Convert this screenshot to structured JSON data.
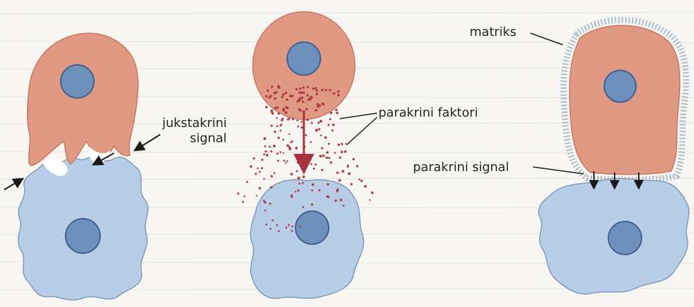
{
  "labels": {
    "juxtacrine_line1": "jukstakrini",
    "juxtacrine_line2": "signal",
    "paracrine_factors": "parakrini faktori",
    "matrix": "matriks",
    "paracrine_signal": "parakrini signal"
  },
  "colors": {
    "signaling_cell": "#e09a84",
    "signaling_cell_edge": "#c9755f",
    "target_cell": "#b8cde6",
    "target_cell_edge": "#7f99bb",
    "nucleus": "#6e90bd",
    "nucleus_edge": "#3f5f8c",
    "factor_dot": "#b03a45",
    "arrow_red": "#a8323c",
    "matrix_fuzz": "#9cb3bf",
    "pointer": "#1a1a1a",
    "background": "#f7f6f3"
  }
}
